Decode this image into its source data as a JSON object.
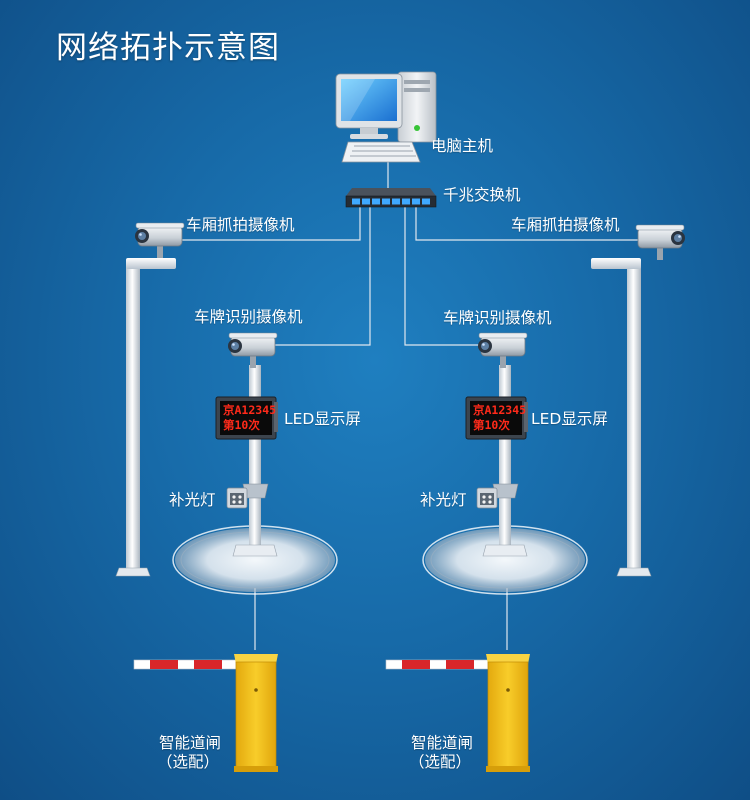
{
  "title": "网络拓扑示意图",
  "labels": {
    "host_computer": "电脑主机",
    "gigabit_switch": "千兆交换机",
    "cabin_camera_left": "车厢抓拍摄像机",
    "cabin_camera_right": "车厢抓拍摄像机",
    "plate_camera_left": "车牌识别摄像机",
    "plate_camera_right": "车牌识别摄像机",
    "led_display_left": "LED显示屏",
    "led_display_right": "LED显示屏",
    "fill_light_left": "补光灯",
    "fill_light_right": "补光灯",
    "barrier_left_line1": "智能道闸",
    "barrier_left_line2": "（选配）",
    "barrier_right_line1": "智能道闸",
    "barrier_right_line2": "（选配）"
  },
  "led_screen": {
    "line1": "京A12345",
    "line2": "第10次"
  },
  "colors": {
    "background": "#176aa8",
    "text": "#ffffff",
    "led_text": "#ff2a1a",
    "barrier_body": "#f2c21b",
    "barrier_arm_red": "#d8262a",
    "pole": "#e6ecf2",
    "cable": "#dfe7ef"
  },
  "icons": [
    "computer-icon",
    "switch-icon",
    "camera-icon",
    "led-display-icon",
    "fill-light-icon",
    "barrier-gate-icon"
  ]
}
